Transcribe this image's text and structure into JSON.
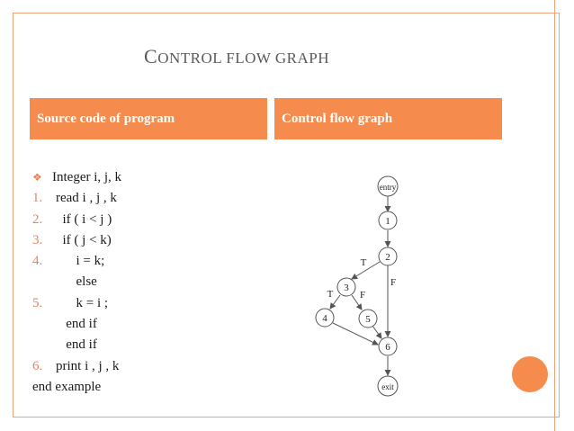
{
  "title": {
    "first": "C",
    "rest": "ONTROL FLOW GRAPH"
  },
  "headers": {
    "left": "Source code of program",
    "right": "Control flow graph"
  },
  "code": [
    {
      "num": "",
      "bullet": true,
      "text": "Integer i, j, k"
    },
    {
      "num": "1.",
      "text": "read i , j , k"
    },
    {
      "num": "2.",
      "text": "  if ( i < j )"
    },
    {
      "num": "3.",
      "text": "  if ( j < k)"
    },
    {
      "num": "4.",
      "text": "      i = k;"
    },
    {
      "num": "",
      "text": "      else"
    },
    {
      "num": "5.",
      "text": "      k = i ;"
    },
    {
      "num": "",
      "text": "   end if"
    },
    {
      "num": "",
      "text": "   end if"
    },
    {
      "num": "6.",
      "text": "print i , j , k"
    },
    {
      "num": "",
      "text": "end example"
    }
  ],
  "graph": {
    "nodes": [
      {
        "id": "entry",
        "label": "entry"
      },
      {
        "id": "n1",
        "label": "1"
      },
      {
        "id": "n2",
        "label": "2"
      },
      {
        "id": "n3",
        "label": "3"
      },
      {
        "id": "n4",
        "label": "4"
      },
      {
        "id": "n5",
        "label": "5"
      },
      {
        "id": "n6",
        "label": "6"
      },
      {
        "id": "exit",
        "label": "exit"
      }
    ],
    "edge_labels": {
      "t1": "T",
      "f1": "F",
      "t2": "T",
      "f2": "F"
    }
  },
  "colors": {
    "accent": "#f58b4c",
    "number": "#e8845c",
    "border": "#f0a27e"
  }
}
